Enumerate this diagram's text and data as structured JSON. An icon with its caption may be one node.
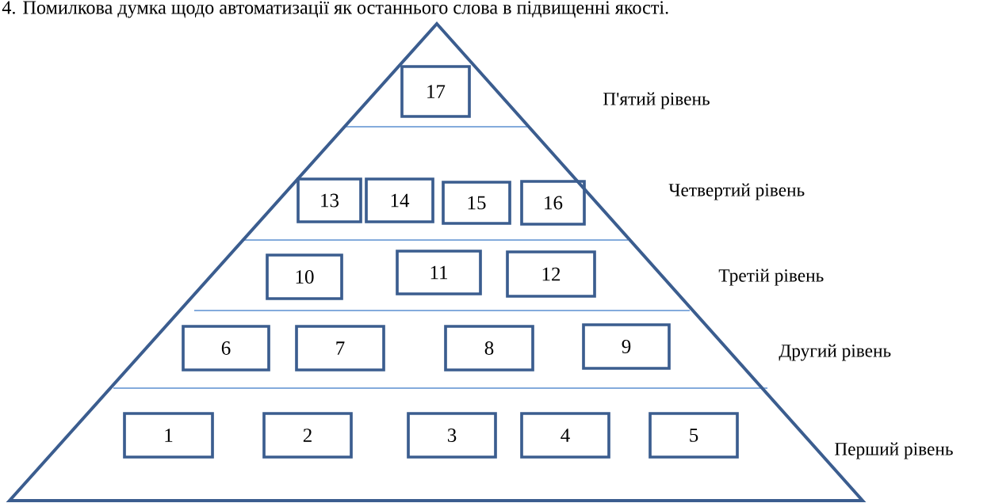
{
  "diagram": {
    "title": "4.  Помилкова думка щодо автоматизації як останнього слова в підвищенні якості.",
    "nodes": [
      {
        "text": [],
        "shape": "triangle"
      },
      {
        "text": [
          "17"
        ],
        "in": 0
      },
      {
        "text": [
          "13"
        ],
        "in": 0
      },
      {
        "text": [
          "14"
        ],
        "in": 0
      },
      {
        "text": [
          "15"
        ],
        "in": 0
      },
      {
        "text": [
          "16"
        ],
        "in": 0
      },
      {
        "text": [
          "10"
        ],
        "in": 0
      },
      {
        "text": [
          "11"
        ],
        "in": 0
      },
      {
        "text": [
          "12"
        ],
        "in": 0
      },
      {
        "text": [
          "6"
        ],
        "in": 0
      },
      {
        "text": [
          "7"
        ],
        "in": 0
      },
      {
        "text": [
          "8"
        ],
        "in": 0
      },
      {
        "text": [
          "9"
        ],
        "in": 0
      },
      {
        "text": [
          "1"
        ],
        "in": 0
      },
      {
        "text": [
          "2"
        ],
        "in": 0
      },
      {
        "text": [
          "3"
        ],
        "in": 0
      },
      {
        "text": [
          "4"
        ],
        "in": 0
      },
      {
        "text": [
          "5"
        ],
        "in": 0
      }
    ],
    "labels": [
      "П'ятий рівень",
      "Четвертий рівень",
      "Третій рівень",
      "Другий рівень",
      "Перший рівень"
    ]
  }
}
